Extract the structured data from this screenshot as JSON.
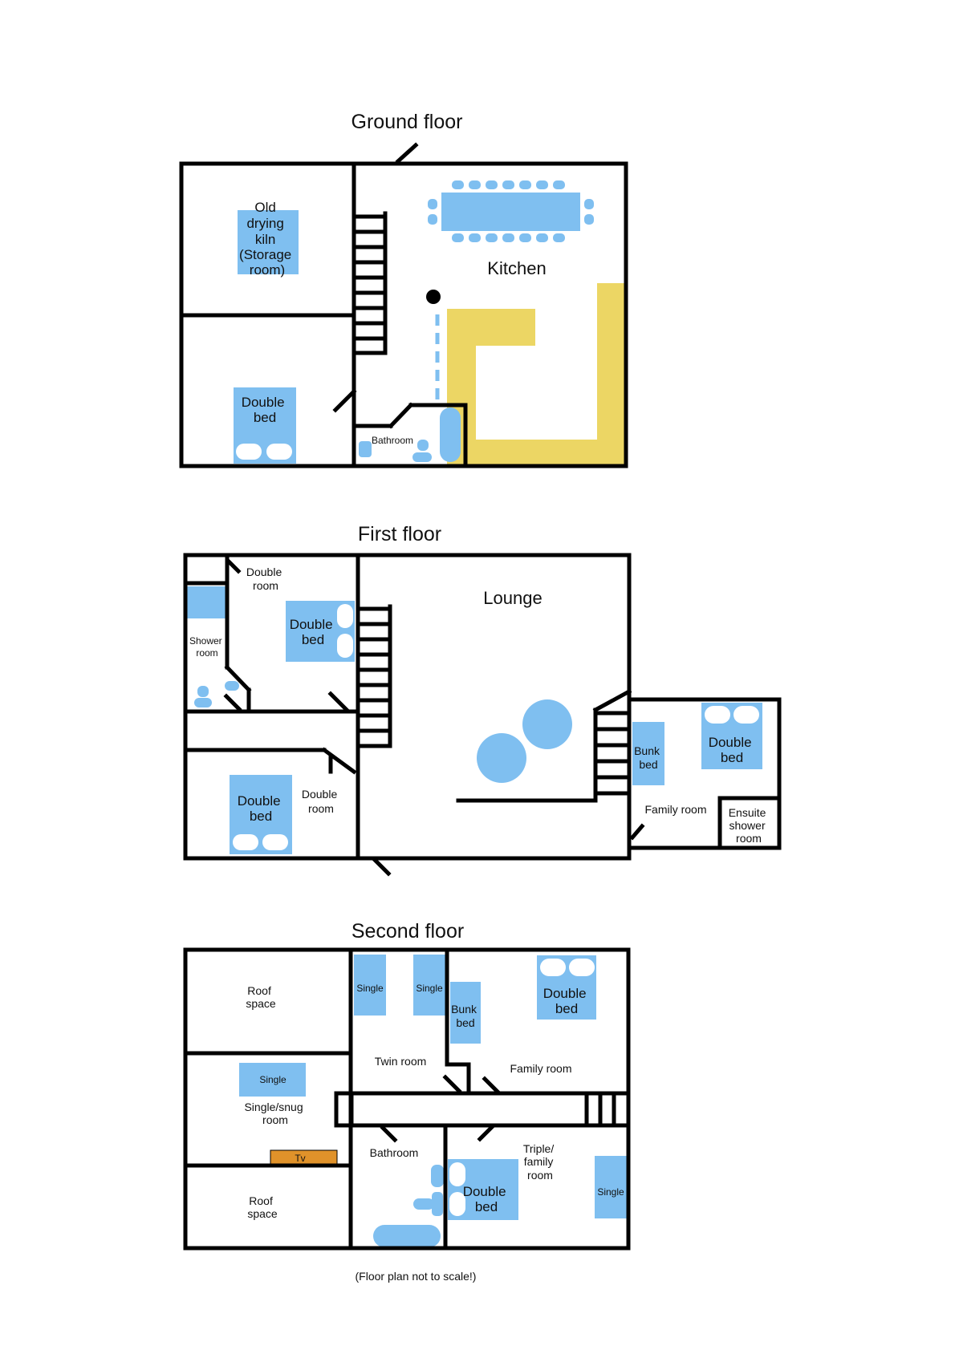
{
  "floors": {
    "ground": {
      "title": "Ground floor",
      "rooms": {
        "kiln": [
          "Old",
          "drying",
          "kiln",
          "(Storage",
          "room)"
        ],
        "kitchen": "Kitchen",
        "bathroom": "Bathroom"
      },
      "beds": {
        "double": [
          "Double",
          "bed"
        ]
      }
    },
    "first": {
      "title": "First floor",
      "rooms": {
        "double_top": [
          "Double",
          "room"
        ],
        "shower": [
          "Shower",
          "room"
        ],
        "double_bottom": [
          "Double",
          "room"
        ],
        "lounge": "Lounge",
        "family": "Family room",
        "ensuite": [
          "Ensuite",
          "shower",
          "room"
        ]
      },
      "beds": {
        "double_top": [
          "Double",
          "bed"
        ],
        "double_bottom": [
          "Double",
          "bed"
        ],
        "bunk": [
          "Bunk",
          "bed"
        ],
        "double_family": [
          "Double",
          "bed"
        ]
      }
    },
    "second": {
      "title": "Second floor",
      "rooms": {
        "roof_top": [
          "Roof",
          "space"
        ],
        "snug": [
          "Single/snug",
          "room"
        ],
        "roof_bottom": [
          "Roof",
          "space"
        ],
        "twin": "Twin room",
        "family": "Family room",
        "bathroom": "Bathroom",
        "triple": [
          "Triple/",
          "family",
          "room"
        ]
      },
      "beds": {
        "single_snug": "Single",
        "single_twin_a": "Single",
        "single_twin_b": "Single",
        "bunk": [
          "Bunk",
          "bed"
        ],
        "double_family": [
          "Double",
          "bed"
        ],
        "double_triple": [
          "Double",
          "bed"
        ],
        "single_triple": "Single"
      },
      "tv": "Tv"
    }
  },
  "footnote": "(Floor plan not to scale!)",
  "colors": {
    "wall": "#000000",
    "furniture": "#7fbff0",
    "counter": "#ecd664",
    "tv": "#e0922a"
  }
}
